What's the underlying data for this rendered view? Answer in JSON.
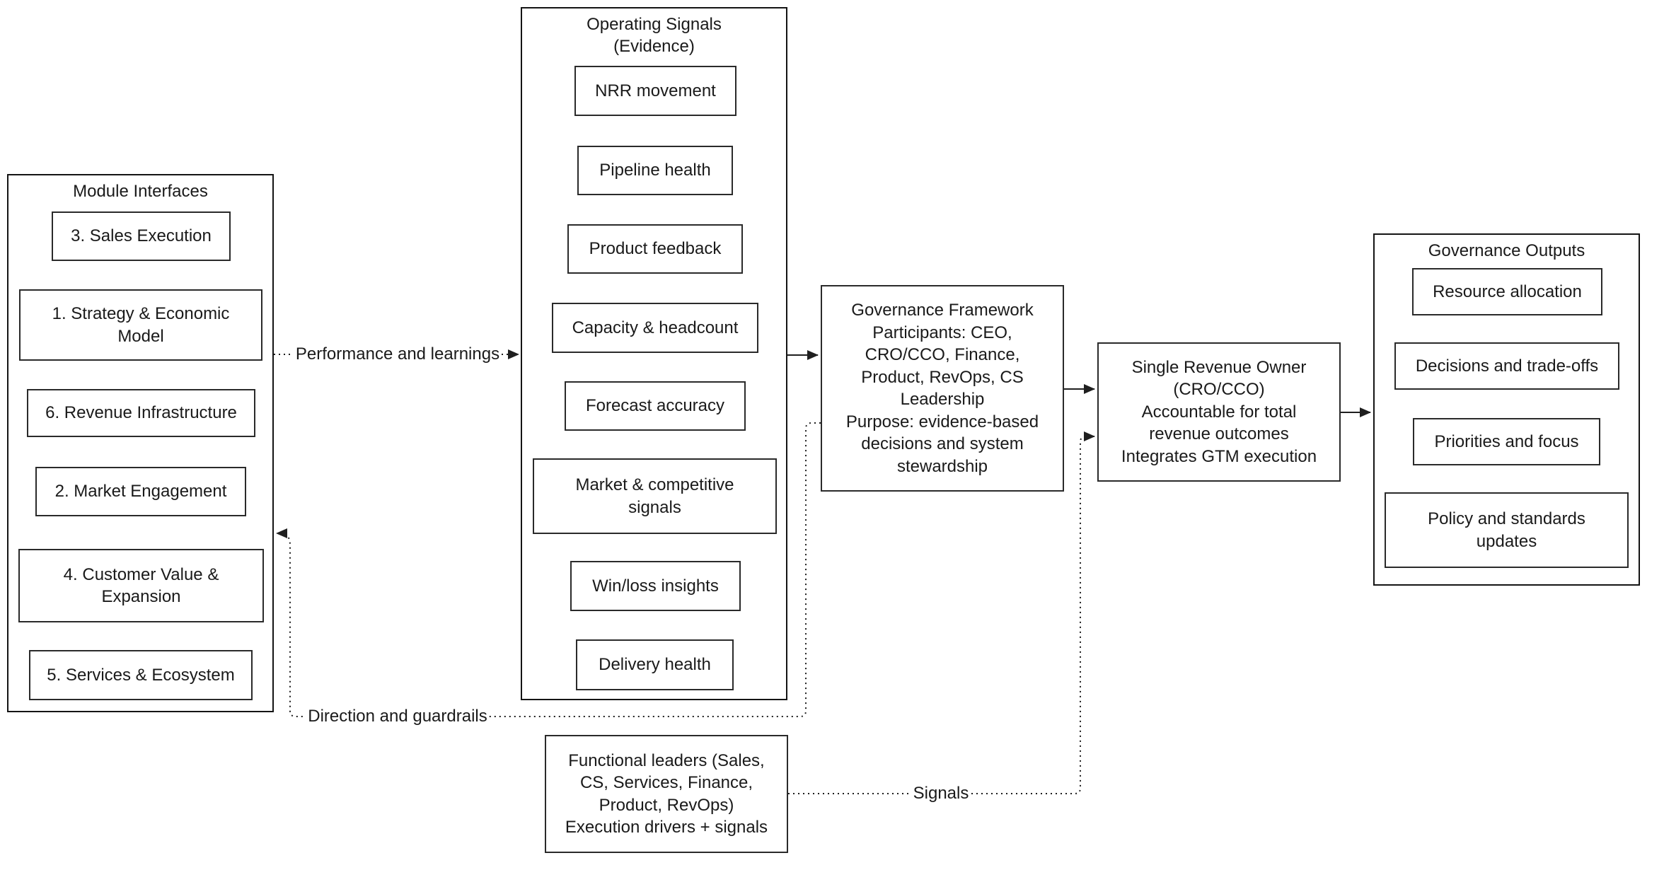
{
  "module_interfaces": {
    "title": "Module Interfaces",
    "items": [
      "3. Sales Execution",
      "1. Strategy & Economic\nModel",
      "6. Revenue Infrastructure",
      "2. Market Engagement",
      "4. Customer Value &\nExpansion",
      "5. Services & Ecosystem"
    ]
  },
  "operating_signals": {
    "title": "Operating Signals\n(Evidence)",
    "items": [
      "NRR movement",
      "Pipeline health",
      "Product feedback",
      "Capacity & headcount",
      "Forecast accuracy",
      "Market & competitive\nsignals",
      "Win/loss insights",
      "Delivery health"
    ]
  },
  "governance_framework": {
    "text": "Governance Framework\nParticipants: CEO,\nCRO/CCO, Finance,\nProduct, RevOps, CS\nLeadership\nPurpose: evidence-based\ndecisions and system\nstewardship"
  },
  "single_revenue_owner": {
    "text": "Single Revenue Owner\n(CRO/CCO)\nAccountable for total\nrevenue outcomes\nIntegrates GTM execution"
  },
  "governance_outputs": {
    "title": "Governance Outputs",
    "items": [
      "Resource allocation",
      "Decisions and trade-offs",
      "Priorities and focus",
      "Policy and standards\nupdates"
    ]
  },
  "functional_leaders": {
    "text": "Functional leaders (Sales,\nCS, Services, Finance,\nProduct, RevOps)\nExecution drivers + signals"
  },
  "edge_labels": {
    "performance_and_learnings": "Performance and learnings",
    "direction_and_guardrails": "Direction and guardrails",
    "signals": "Signals"
  },
  "colors": {
    "background": "#ffffff",
    "node_fill": "#ffffff",
    "border": "#1f1f1f",
    "text": "#1a1a1a"
  }
}
